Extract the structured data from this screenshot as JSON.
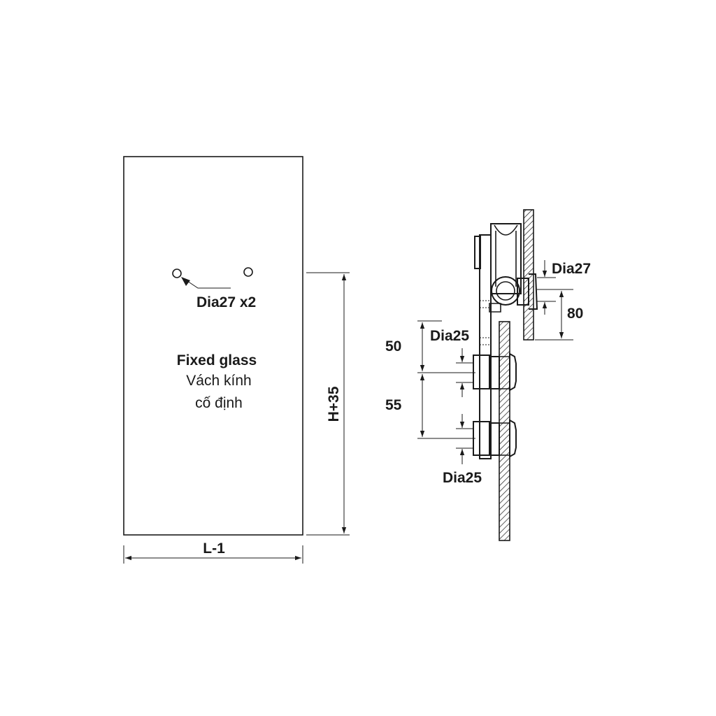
{
  "panel": {
    "title": "Fixed glass",
    "subtitle_line1": "Vách kính",
    "subtitle_line2": "cố định",
    "hole_label": "Dia27 x2"
  },
  "dimensions": {
    "height": "H+35",
    "width": "L-1"
  },
  "side_view": {
    "top_dia": "Dia27",
    "offset_80": "80",
    "upper_dia": "Dia25",
    "offset_50": "50",
    "offset_55": "55",
    "lower_dia": "Dia25"
  },
  "colors": {
    "line": "#1a1a1a",
    "background": "#ffffff"
  }
}
